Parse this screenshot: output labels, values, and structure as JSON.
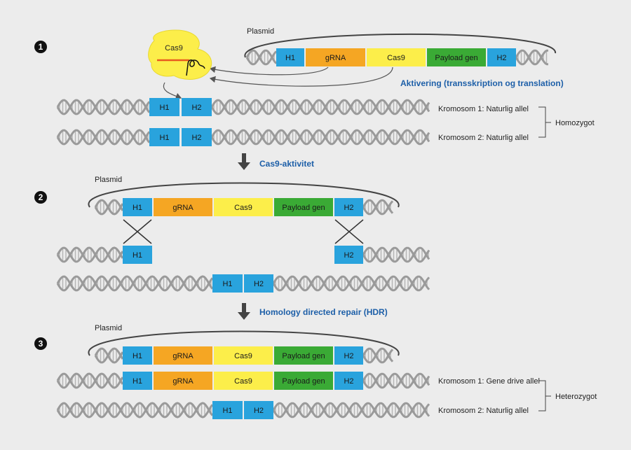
{
  "colors": {
    "background": "#ececec",
    "h_block": "#29a3dd",
    "grna": "#f5a623",
    "cas9": "#fcee4a",
    "payload": "#3aaa35",
    "dna": "#9a9a9a",
    "heading_blue": "#1d5fa8",
    "cas9_protein": "#fcee4a"
  },
  "blocks": {
    "h1": "H1",
    "h2": "H2",
    "grna": "gRNA",
    "cas9": "Cas9",
    "payload": "Payload gen"
  },
  "step1": {
    "number": "1",
    "plasmid_label": "Plasmid",
    "protein_label": "Cas9",
    "activation_label": "Aktivering (transskription og translation)",
    "chromosome1_label": "Kromosom 1: Naturlig allel",
    "chromosome2_label": "Kromosom 2: Naturlig allel",
    "zygosity": "Homozygot"
  },
  "arrow1_label": "Cas9-aktivitet",
  "step2": {
    "number": "2",
    "plasmid_label": "Plasmid"
  },
  "arrow2_label": "Homology directed repair (HDR)",
  "step3": {
    "number": "3",
    "plasmid_label": "Plasmid",
    "chromosome1_label": "Kromosom 1: Gene drive allel",
    "chromosome2_label": "Kromosom 2: Naturlig allel",
    "zygosity": "Heterozygot"
  }
}
